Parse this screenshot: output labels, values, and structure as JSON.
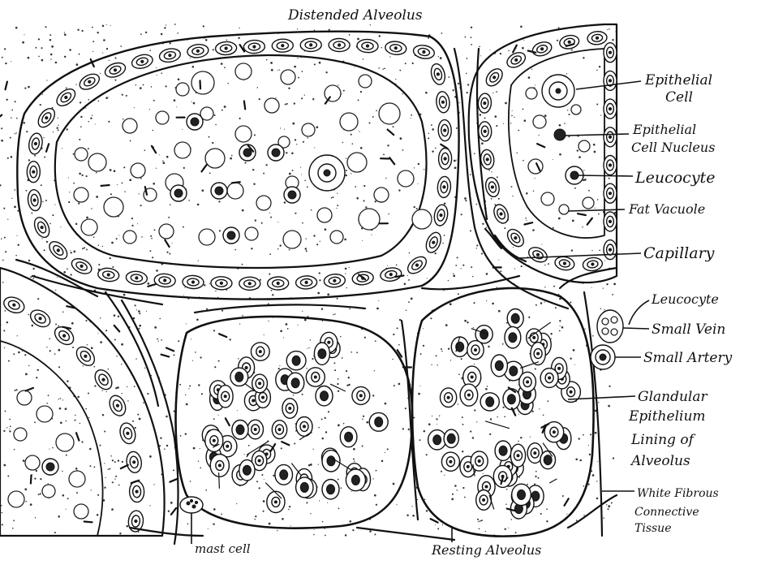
{
  "figure": {
    "labels": {
      "distended_alveolus": "Distended Alveolus",
      "epithelial_cell": [
        "Epithelial",
        "Cell"
      ],
      "epithelial_cell_nucleus": [
        "Epithelial",
        "Cell Nucleus"
      ],
      "leucocyte_1": "Leucocyte",
      "fat_vacuole": "Fat Vacuole",
      "capillary": "Capillary",
      "leucocyte_2": "Leucocyte",
      "small_vein": "Small Vein",
      "small_artery": "Small Artery",
      "glandular_epithelium": [
        "Glandular",
        "Epithelium",
        "Lining of",
        "Alveolus"
      ],
      "white_fibrous": [
        "White Fibrous",
        "Connective",
        "Tissue"
      ],
      "mast_cell": "mast cell",
      "resting_alveolus": "Resting Alveolus"
    },
    "colors": {
      "ink": "#111111",
      "paper": "#ffffff"
    }
  }
}
